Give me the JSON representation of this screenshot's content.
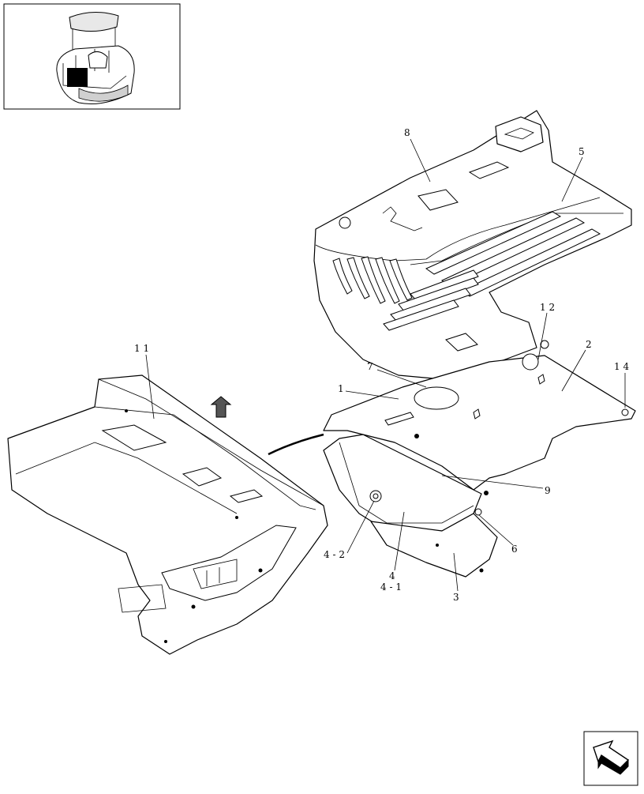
{
  "title": "",
  "icons": {
    "thumbnail": "cab-location-thumbnail-icon",
    "nav": "next-page-arrow-icon",
    "direction": "direction-arrow-icon"
  },
  "callouts": [
    {
      "id": "c8",
      "label": "8"
    },
    {
      "id": "c5",
      "label": "5"
    },
    {
      "id": "c12",
      "label": "1 2"
    },
    {
      "id": "c2",
      "label": "2"
    },
    {
      "id": "c14",
      "label": "1 4"
    },
    {
      "id": "c11",
      "label": "1 1"
    },
    {
      "id": "c7",
      "label": "7"
    },
    {
      "id": "c1",
      "label": "1"
    },
    {
      "id": "c9",
      "label": "9"
    },
    {
      "id": "c6",
      "label": "6"
    },
    {
      "id": "c42",
      "label": "4 - 2"
    },
    {
      "id": "c4",
      "label": "4"
    },
    {
      "id": "c41",
      "label": "4 - 1"
    },
    {
      "id": "c3",
      "label": "3"
    }
  ]
}
